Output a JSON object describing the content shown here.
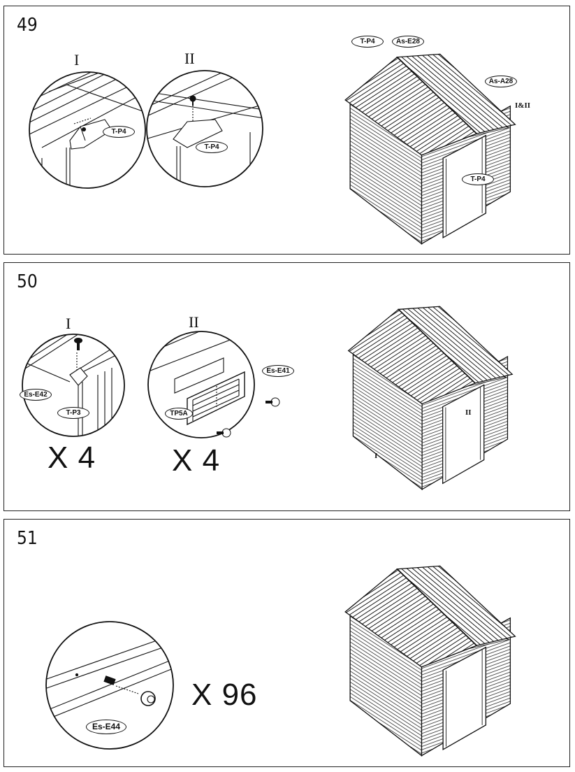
{
  "steps": [
    {
      "number": "49",
      "detail_labels": [
        "I",
        "II"
      ],
      "callouts": {
        "detail1": "T-P4",
        "detail2": "T-P4",
        "main_top_left": "T-P4",
        "main_top_right": "As-E28",
        "main_gable": "As-A28",
        "main_bottom": "T-P4"
      },
      "ref_tag": "I&II"
    },
    {
      "number": "50",
      "detail_labels": [
        "I",
        "II"
      ],
      "callouts": {
        "detail1_screw": "Es-E42",
        "detail1_part": "T-P3",
        "detail2_screw": "Es-E41",
        "detail2_part": "TP5A"
      },
      "quantities": [
        "X 4",
        "X 4"
      ],
      "ref_tags": [
        "II",
        "I"
      ]
    },
    {
      "number": "51",
      "callouts": {
        "detail": "Es-E44"
      },
      "quantity": "X 96"
    }
  ]
}
